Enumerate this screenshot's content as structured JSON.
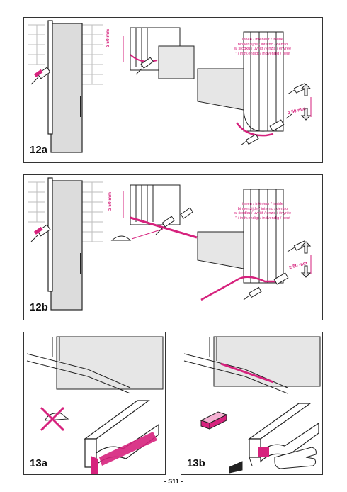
{
  "steps": {
    "s12a": {
      "label": "12a",
      "dim_left": "≥ 50 mm",
      "dim_right": "≥ 50 mm"
    },
    "s12b": {
      "label": "12b",
      "dim_left": "≥ 50 mm",
      "dim_right": "≥ 50 mm"
    },
    "s13a": {
      "label": "13a"
    },
    "s13b": {
      "label": "13b"
    }
  },
  "inside_note": {
    "lines": [
      "innen / intérieur / inside",
      "binnenzijde / interno / dentro",
      "w środku / uvnitř / enzis / ënyrëe",
      "′′ / indv.endigt / indvendig / bent"
    ]
  },
  "page_number": "- S11 -",
  "colors": {
    "accent": "#d6227d",
    "line": "#222222",
    "shade": "#e6e6e6",
    "tile": "#bdbdbd"
  }
}
